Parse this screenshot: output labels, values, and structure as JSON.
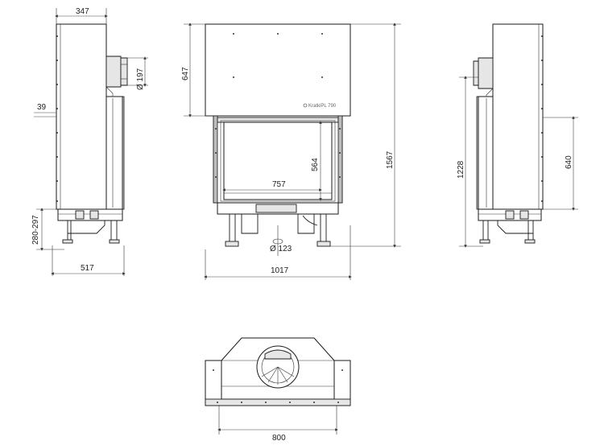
{
  "dimensions": {
    "side_depth_top": "347",
    "flue_diameter": "Ø 197",
    "offset_39": "39",
    "leg_height": "280-297",
    "side_depth_bottom": "517",
    "front_top_height": "647",
    "front_total_height": "1567",
    "glass_height": "564",
    "glass_width": "757",
    "air_inlet": "Ø 123",
    "front_width": "1017",
    "right_total_height": "1228",
    "right_glass_height": "640",
    "bottom_width": "800"
  },
  "brand_label": "KratkiPL 790"
}
